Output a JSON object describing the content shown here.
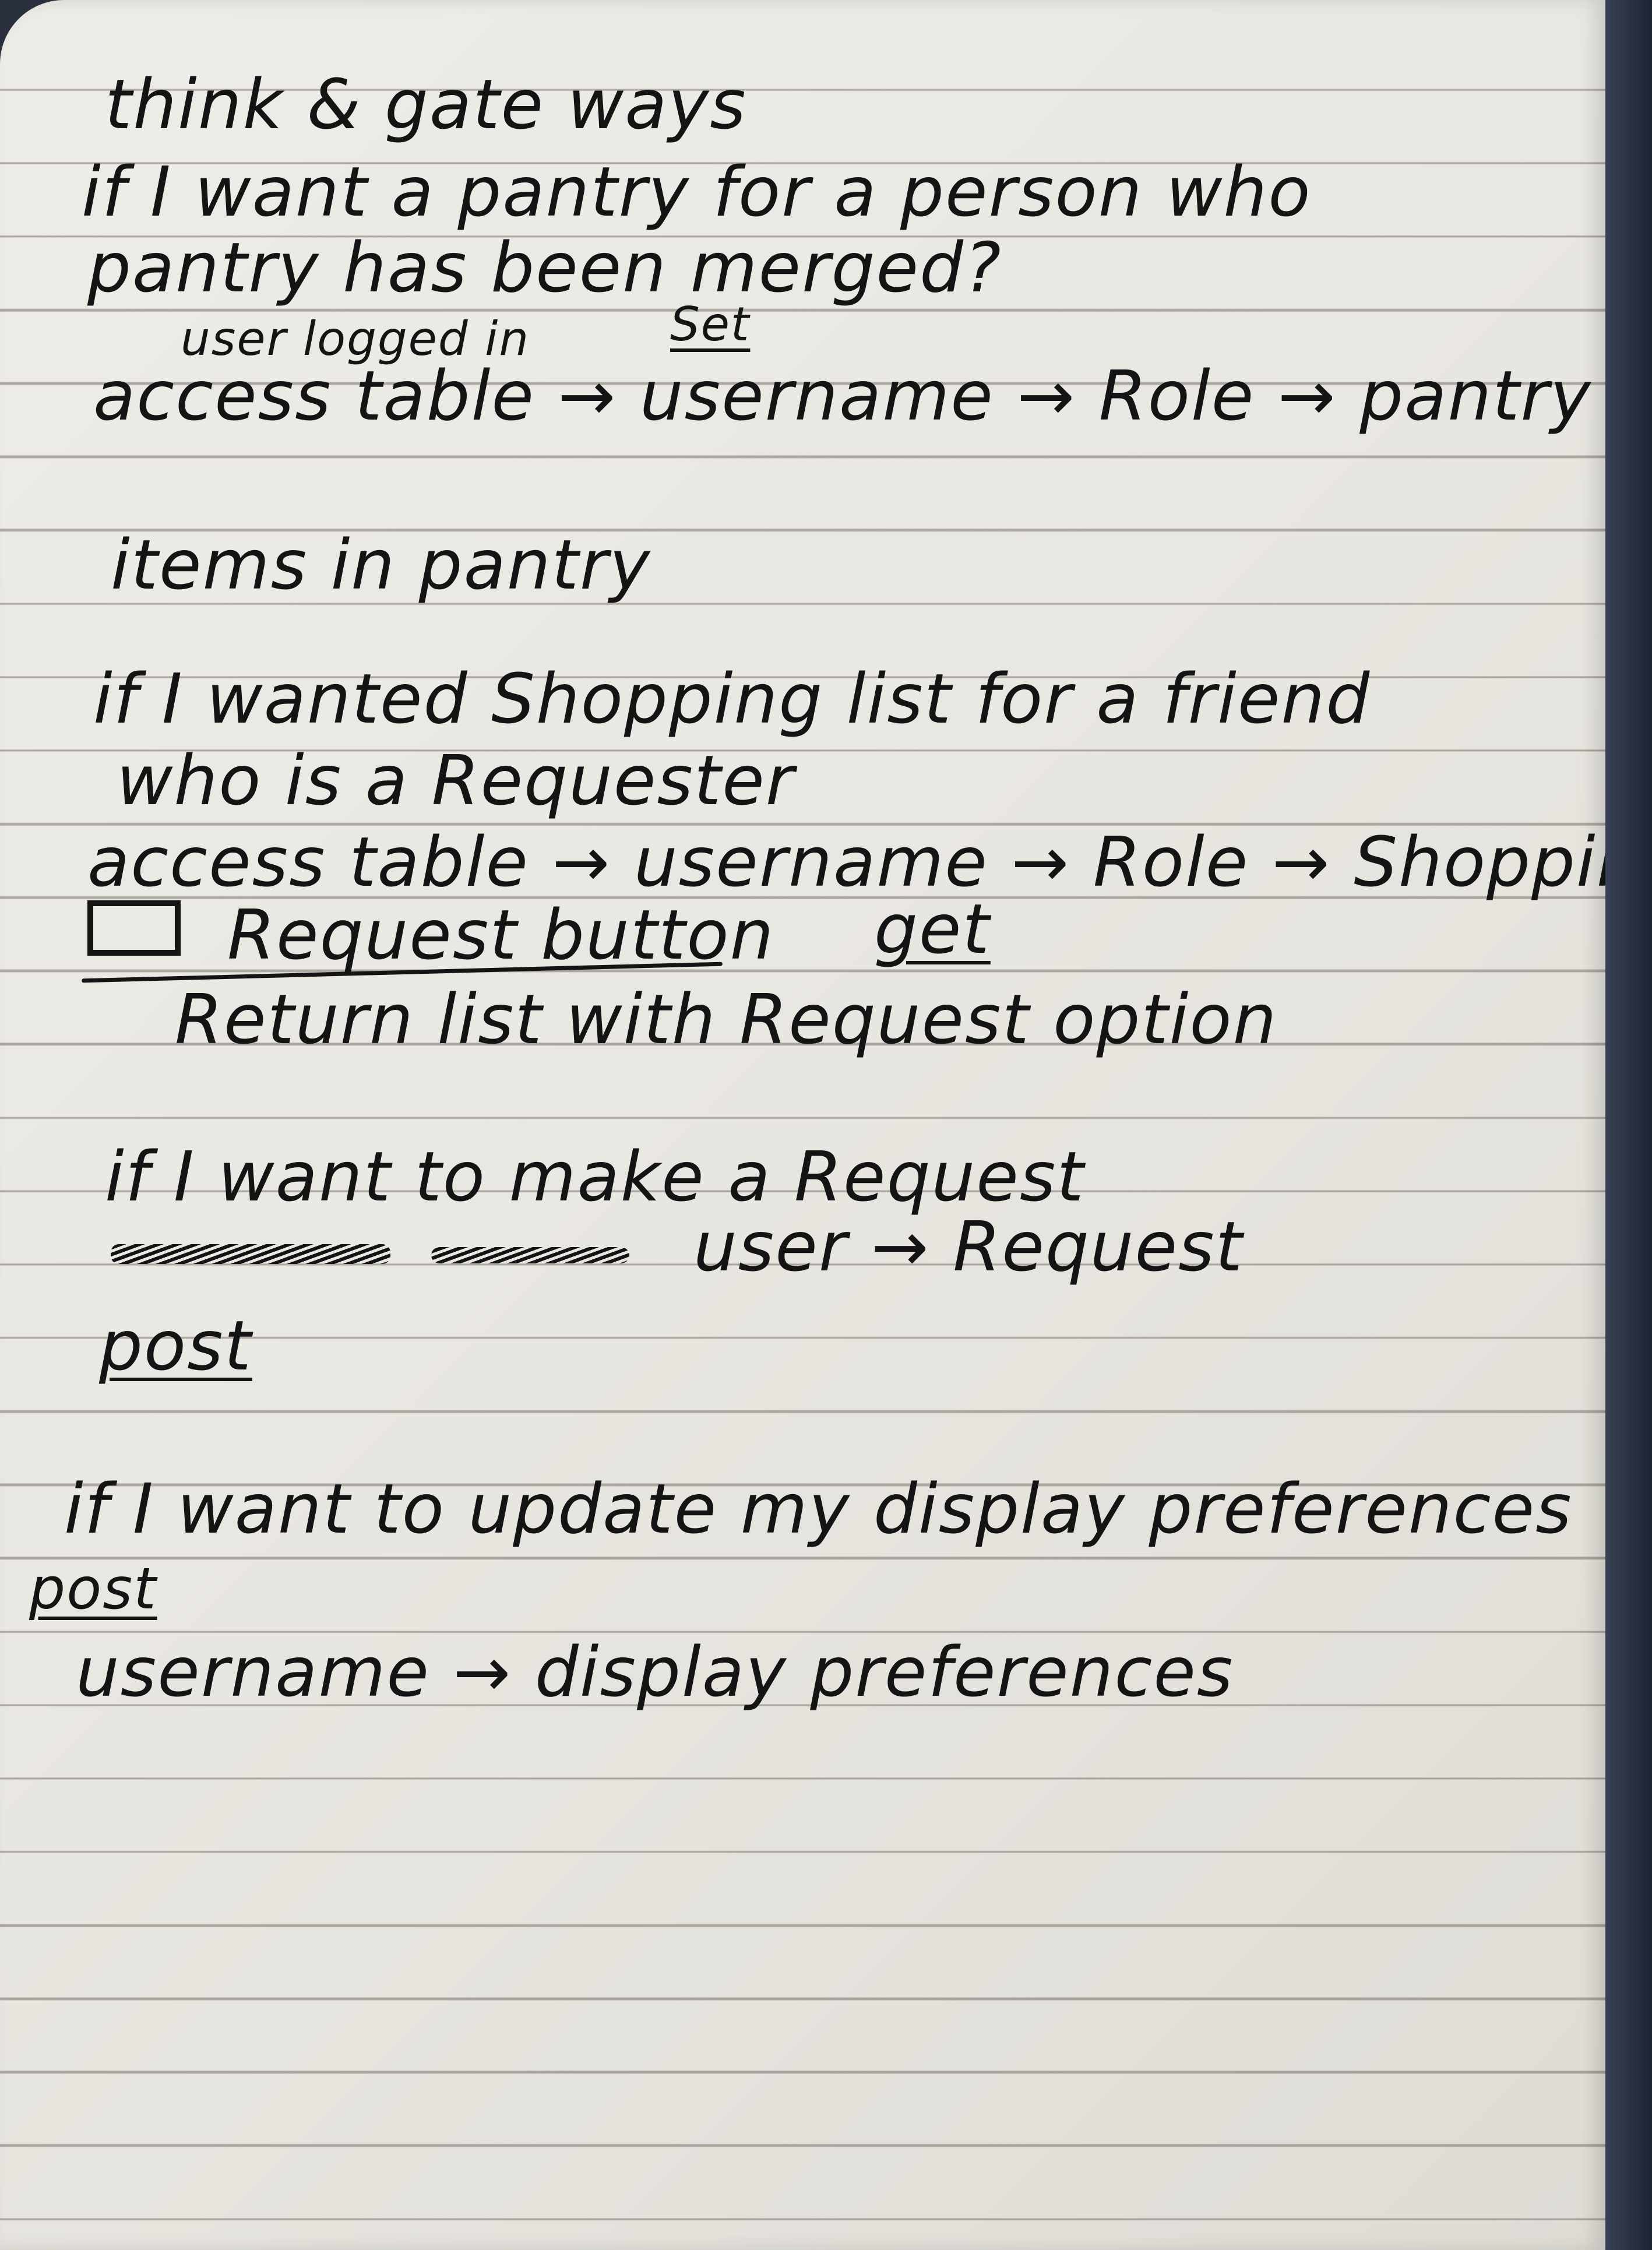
{
  "notes": {
    "line1": "think & gate ways",
    "line2": "if I want a pantry for a person who",
    "line3": "pantry has been merged?",
    "line4": "user logged in",
    "line4_tag": "Set",
    "line5": "access table → username → Role → pantry",
    "line6": "items in pantry",
    "line7": "if I wanted Shopping list for a friend",
    "line8": "who is a Requester",
    "line9": "access table → username → Role → Shopping list",
    "line10": "Request button",
    "line10_tag": "get",
    "line11": "Return list with Request option",
    "line12": "if I want to make a Request",
    "line13": "user → Request",
    "line14_tag": "post",
    "line15": "if I want to update my display preferences",
    "line16_tag": "post",
    "line17": "username → display preferences"
  },
  "colors": {
    "ink": "#141414",
    "paper": "#eeece6",
    "rule_line": "#78736c",
    "cover": "#2a2f3d"
  },
  "icons": {
    "checkbox": "empty-rectangle-box"
  }
}
